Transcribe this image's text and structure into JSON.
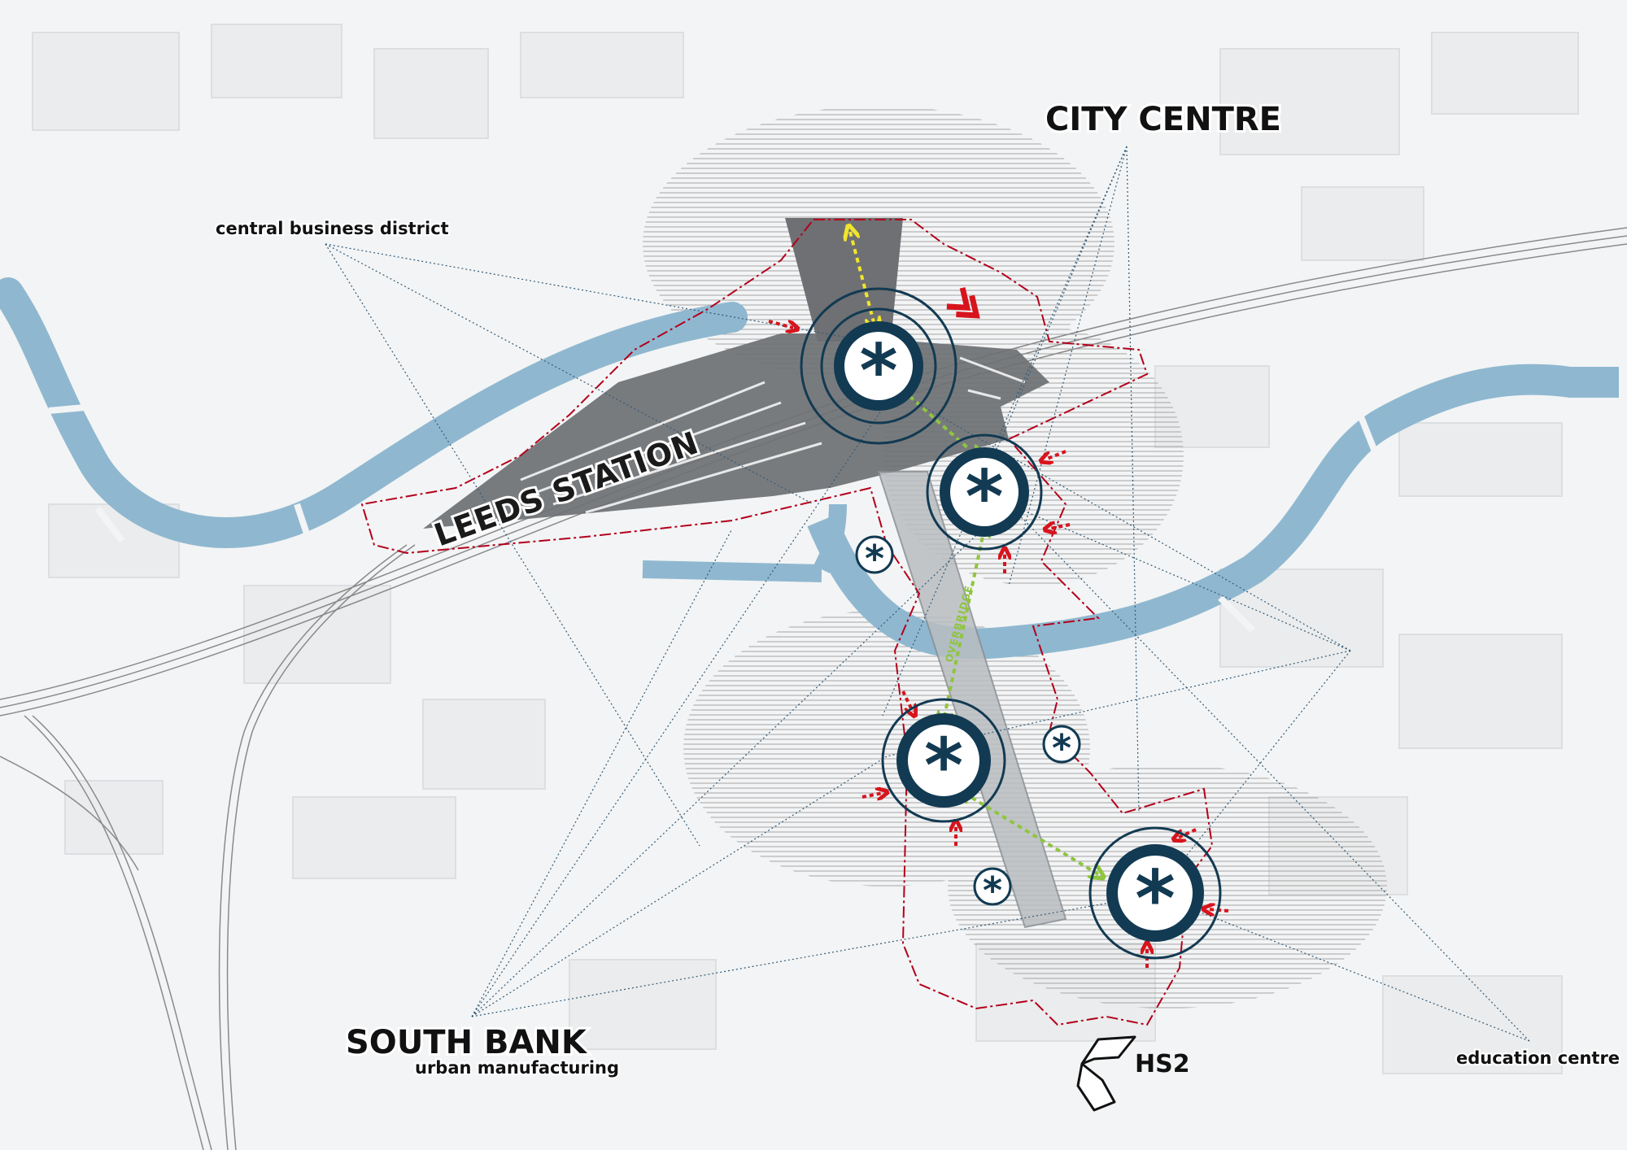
{
  "labels": {
    "city_centre": "CITY CENTRE",
    "central_business_district": "central business district",
    "leeds_station": "LEEDS STATION",
    "south_bank": "SOUTH BANK",
    "urban_manufacturing": "urban manufacturing",
    "education_centre": "education centre",
    "hs2": "HS2",
    "overbridge": "OVERBRIDGE",
    "hub_symbol": "*"
  },
  "colors": {
    "background": "#f3f4f5",
    "river": "#8fb8d0",
    "station": "#6e7073",
    "boundary": "#b3001b",
    "hub": "#123a52",
    "route_yellow": "#f0e52c",
    "route_green": "#8fc540",
    "access_arrow": "#d7141d",
    "hatch": "#9a9a9a"
  },
  "icons": {
    "hub": "asterisk-ring-icon",
    "small_hub": "asterisk-circle-icon",
    "access": "red-dotted-arrow-icon",
    "hs2": "chevron-up-icon"
  }
}
